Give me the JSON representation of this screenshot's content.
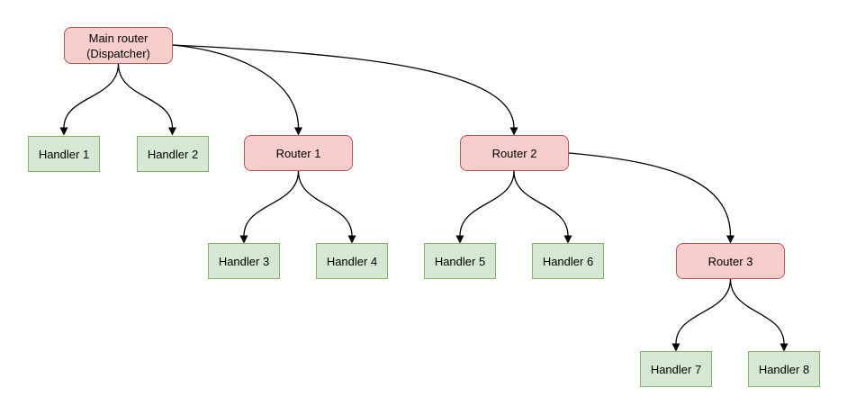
{
  "colors": {
    "router_fill": "#f8cecc",
    "router_border": "#b85450",
    "handler_fill": "#d5e8d4",
    "handler_border": "#82b366",
    "edge_color": "#000000"
  },
  "nodes": {
    "main": {
      "line1": "Main router",
      "line2": "(Dispatcher)"
    },
    "router1": {
      "label": "Router 1"
    },
    "router2": {
      "label": "Router 2"
    },
    "router3": {
      "label": "Router 3"
    },
    "handler1": {
      "label": "Handler 1"
    },
    "handler2": {
      "label": "Handler 2"
    },
    "handler3": {
      "label": "Handler 3"
    },
    "handler4": {
      "label": "Handler 4"
    },
    "handler5": {
      "label": "Handler 5"
    },
    "handler6": {
      "label": "Handler 6"
    },
    "handler7": {
      "label": "Handler 7"
    },
    "handler8": {
      "label": "Handler 8"
    }
  },
  "edges": [
    {
      "from": "main",
      "to": "handler1"
    },
    {
      "from": "main",
      "to": "handler2"
    },
    {
      "from": "main",
      "to": "router1"
    },
    {
      "from": "main",
      "to": "router2"
    },
    {
      "from": "router1",
      "to": "handler3"
    },
    {
      "from": "router1",
      "to": "handler4"
    },
    {
      "from": "router2",
      "to": "handler5"
    },
    {
      "from": "router2",
      "to": "handler6"
    },
    {
      "from": "router2",
      "to": "router3"
    },
    {
      "from": "router3",
      "to": "handler7"
    },
    {
      "from": "router3",
      "to": "handler8"
    }
  ]
}
